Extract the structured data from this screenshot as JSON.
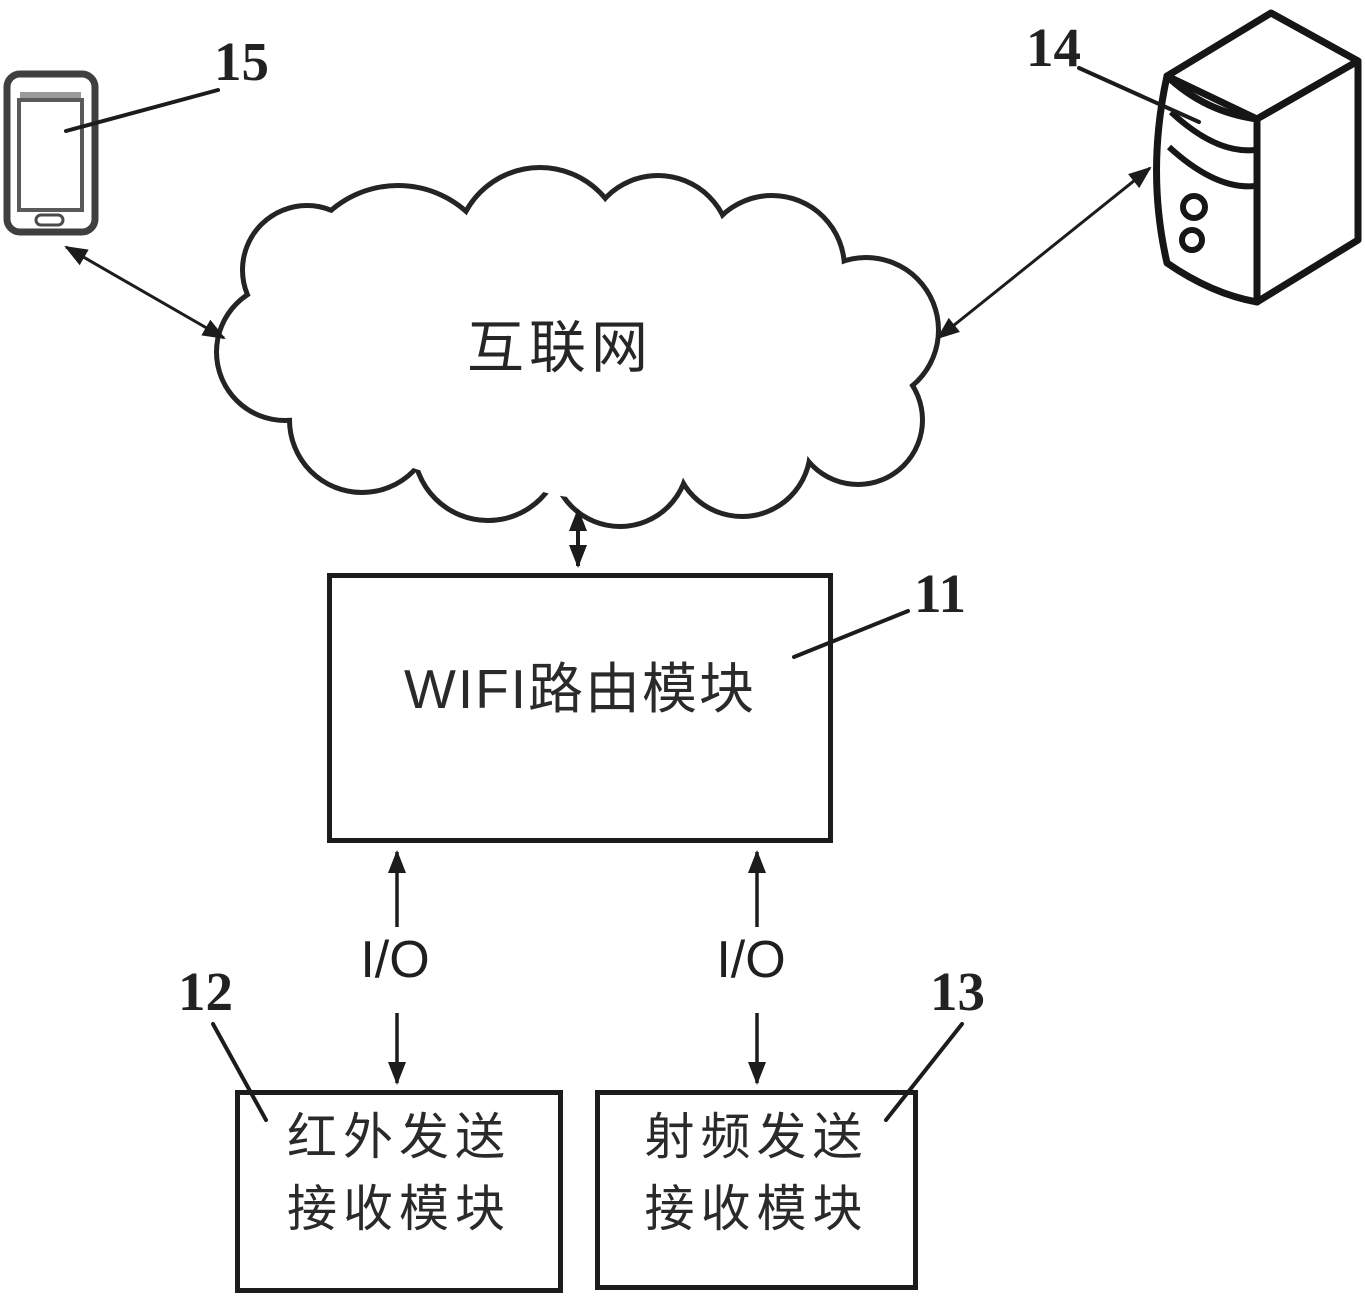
{
  "figure": {
    "internet_label": "互联网",
    "wifi_module": {
      "label": "WIFI路由模块",
      "ref": "11"
    },
    "ir_module": {
      "label": "红外发送\n接收模块",
      "ref": "12"
    },
    "rf_module": {
      "label": "射频发送\n接收模块",
      "ref": "13"
    },
    "server": {
      "ref": "14"
    },
    "phone": {
      "ref": "15"
    },
    "io_left_label": "I/O",
    "io_right_label": "I/O",
    "colors": {
      "line": "#1c1c1c",
      "background": "#ffffff"
    }
  }
}
